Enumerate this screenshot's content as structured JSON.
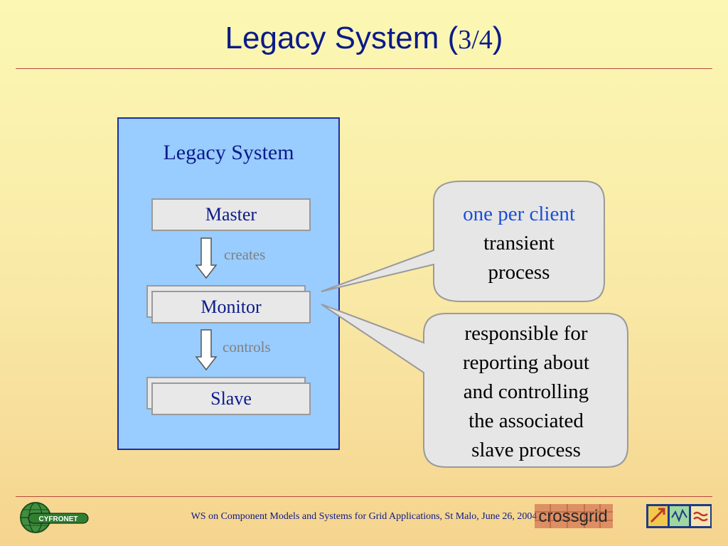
{
  "slide": {
    "title": "Legacy System (",
    "title_fraction": "3/4",
    "title_close": ")"
  },
  "diagram": {
    "container_label": "Legacy System",
    "nodes": {
      "master": "Master",
      "monitor": "Monitor",
      "slave": "Slave"
    },
    "edges": {
      "master_to_monitor": "creates",
      "monitor_to_slave": "controls"
    }
  },
  "callouts": {
    "top": {
      "highlight": "one per client",
      "line2": "transient",
      "line3": "process"
    },
    "bottom": {
      "line1": "responsible for",
      "line2": "reporting about",
      "line3": "and controlling",
      "line4": "the associated",
      "line5": "slave process"
    }
  },
  "footer": {
    "text": "WS on Component Models and Systems for Grid Applications, St Malo, June 26, 2004",
    "logo_left": "CYFRONET",
    "logo_right": "crossgrid"
  },
  "colors": {
    "title": "#0b1a8a",
    "container_fill": "#99ccff",
    "highlight": "#1a4fd6",
    "rule": "#b44a3e"
  }
}
